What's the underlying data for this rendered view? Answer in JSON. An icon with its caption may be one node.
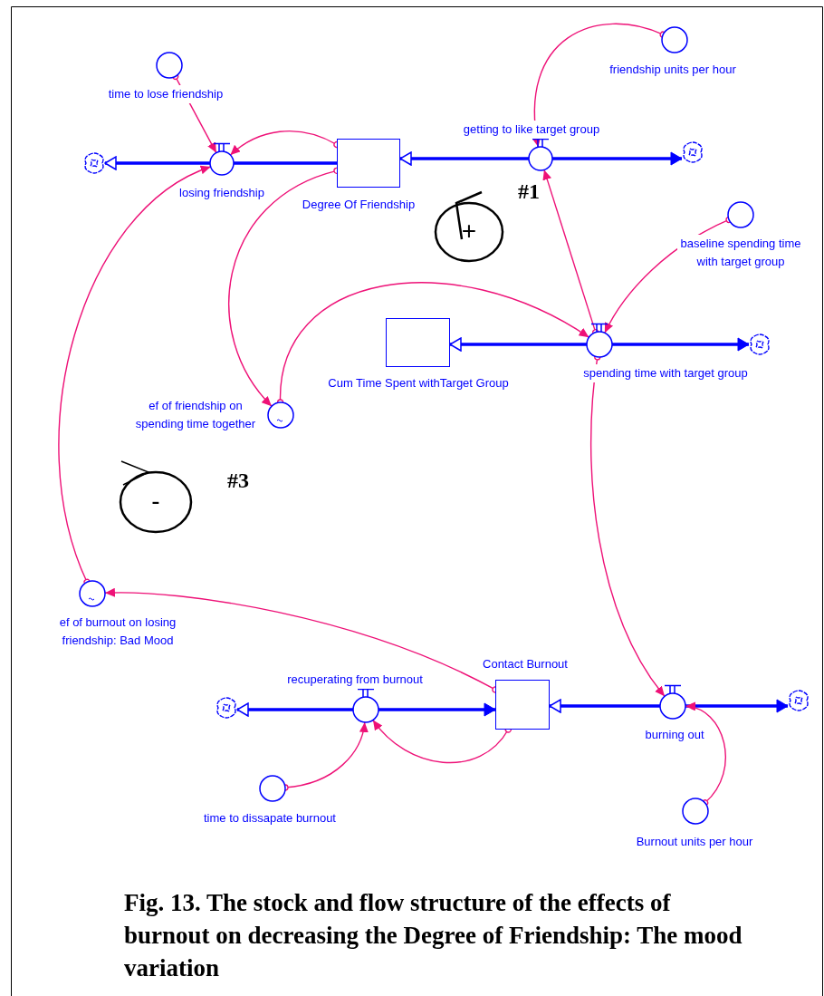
{
  "diagram": {
    "caption": "Fig. 13. The stock and flow structure of the effects of burnout on decreasing the Degree of Friendship: The mood variation",
    "nodes": [
      {
        "text": [],
        "shape": "cloud"
      },
      {
        "text": [
          "losing friendship"
        ]
      },
      {
        "text": [
          "Degree Of Friendship"
        ]
      },
      {
        "text": [
          "time to lose friendship"
        ]
      },
      {
        "text": [
          "getting to like target group"
        ]
      },
      {
        "text": [],
        "shape": "cloud"
      },
      {
        "text": [
          "friendship units per hour"
        ]
      },
      {
        "text": [
          "baseline spending time with target group"
        ]
      },
      {
        "text": [
          "Cum Time Spent withTarget Group"
        ]
      },
      {
        "text": [
          "spending time with target group"
        ]
      },
      {
        "text": [],
        "shape": "cloud"
      },
      {
        "text": [
          "ef of friendship on spending time together"
        ]
      },
      {
        "text": [
          "ef of burnout on losing friendship: Bad Mood"
        ]
      },
      {
        "text": [],
        "shape": "cloud"
      },
      {
        "text": [
          "recuperating from burnout"
        ]
      },
      {
        "text": [
          "Contact Burnout"
        ]
      },
      {
        "text": [
          "burning out"
        ]
      },
      {
        "text": [],
        "shape": "cloud"
      },
      {
        "text": [
          "time to dissapate burnout"
        ]
      },
      {
        "text": [
          "Burnout units per hour"
        ]
      },
      {
        "text": [
          "+"
        ],
        "beside": [
          "#1"
        ]
      },
      {
        "text": [
          "-"
        ],
        "beside": [
          "#3"
        ]
      }
    ],
    "edges": [
      {
        "from": 2,
        "to": 1,
        "arrow": "none",
        "style": "thick",
        "color": "#0000ff"
      },
      {
        "from": 1,
        "to": 0,
        "arrow": "to",
        "style": "thick",
        "color": "#0000ff"
      },
      {
        "from": 4,
        "to": 2,
        "arrow": "to",
        "style": "thick",
        "color": "#0000ff"
      },
      {
        "from": 4,
        "to": 5,
        "arrow": "to",
        "style": "thick",
        "color": "#0000ff"
      },
      {
        "from": 9,
        "to": 8,
        "arrow": "to",
        "style": "thick",
        "color": "#0000ff"
      },
      {
        "from": 9,
        "to": 10,
        "arrow": "to",
        "style": "thick",
        "color": "#0000ff"
      },
      {
        "from": 14,
        "to": 13,
        "arrow": "to",
        "style": "thick",
        "color": "#0000ff"
      },
      {
        "from": 14,
        "to": 15,
        "arrow": "to",
        "style": "thick",
        "color": "#0000ff"
      },
      {
        "from": 16,
        "to": 15,
        "arrow": "to",
        "style": "thick",
        "color": "#0000ff"
      },
      {
        "from": 16,
        "to": 17,
        "arrow": "to",
        "style": "thick",
        "color": "#0000ff"
      },
      {
        "from": 3,
        "to": 1,
        "arrow": "to"
      },
      {
        "from": 2,
        "to": 1,
        "arrow": "to"
      },
      {
        "from": 12,
        "to": 1,
        "arrow": "to"
      },
      {
        "from": 2,
        "to": 11,
        "arrow": "to"
      },
      {
        "from": 6,
        "to": 4,
        "arrow": "to"
      },
      {
        "from": 9,
        "to": 4,
        "arrow": "to"
      },
      {
        "from": 7,
        "to": 9,
        "arrow": "to"
      },
      {
        "from": 11,
        "to": 9,
        "arrow": "to"
      },
      {
        "from": 9,
        "to": 16,
        "arrow": "to"
      },
      {
        "from": 15,
        "to": 12,
        "arrow": "to"
      },
      {
        "from": 15,
        "to": 14,
        "arrow": "to"
      },
      {
        "from": 18,
        "to": 14,
        "arrow": "to"
      },
      {
        "from": 19,
        "to": 16,
        "arrow": "to"
      }
    ]
  }
}
